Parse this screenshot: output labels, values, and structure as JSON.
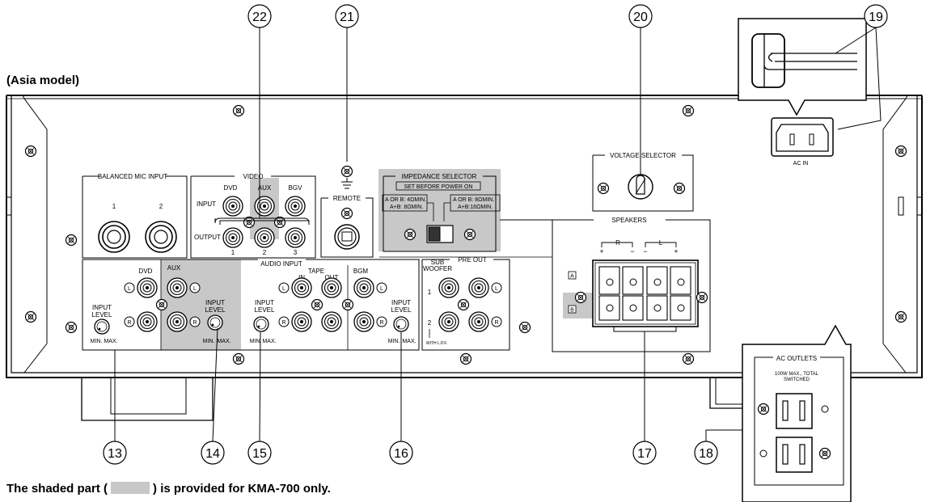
{
  "heading": "(Asia model)",
  "footnote": {
    "before": "The shaded part (",
    "after": ") is provided for KMA-700 only."
  },
  "callouts": [
    "22",
    "21",
    "20",
    "19",
    "13",
    "14",
    "15",
    "16",
    "17",
    "18"
  ],
  "balanced_mic": {
    "title": "BALANCED MIC INPUT",
    "jacks": [
      "1",
      "2"
    ]
  },
  "video": {
    "title": "VIDEO",
    "columns": [
      "DVD",
      "AUX",
      "BGV"
    ],
    "input": "INPUT",
    "output": "OUTPUT",
    "outputs": [
      "1",
      "2",
      "3"
    ]
  },
  "remote": {
    "title": "REMOTE"
  },
  "impedance": {
    "title": "IMPEDANCE SELECTOR",
    "note": "SET BEFORE POWER ON",
    "left": [
      "A OR B:  4ΩMIN.",
      "A+B:  8ΩMIN."
    ],
    "right": [
      "A OR B:  8ΩMIN.",
      "A+B:16ΩMIN."
    ]
  },
  "voltage": {
    "title": "VOLTAGE SELECTOR"
  },
  "ac_in": "AC IN",
  "speakers": {
    "title": "SPEAKERS",
    "r": "R",
    "l": "L",
    "plus": "+",
    "minus": "−",
    "a": "A",
    "b": "B"
  },
  "audio": {
    "title": "AUDIO INPUT",
    "dvd": "DVD",
    "aux": "AUX",
    "tape": "TAPE",
    "in": "IN",
    "out": "OUT",
    "bgm": "BGM",
    "input": "INPUT",
    "level": "LEVEL",
    "min": "MIN.",
    "max": "MAX.",
    "l": "L",
    "r": "R"
  },
  "sub": {
    "sub": "SUB",
    "woofer": "WOOFER",
    "pre_out": "PRE OUT",
    "one": "1",
    "two": "2",
    "lpf": "WITH L.P.F."
  },
  "ac_outlets": {
    "title": "AC OUTLETS",
    "note1": "100W MAX., TOTAL",
    "note2": "SWITCHED"
  }
}
